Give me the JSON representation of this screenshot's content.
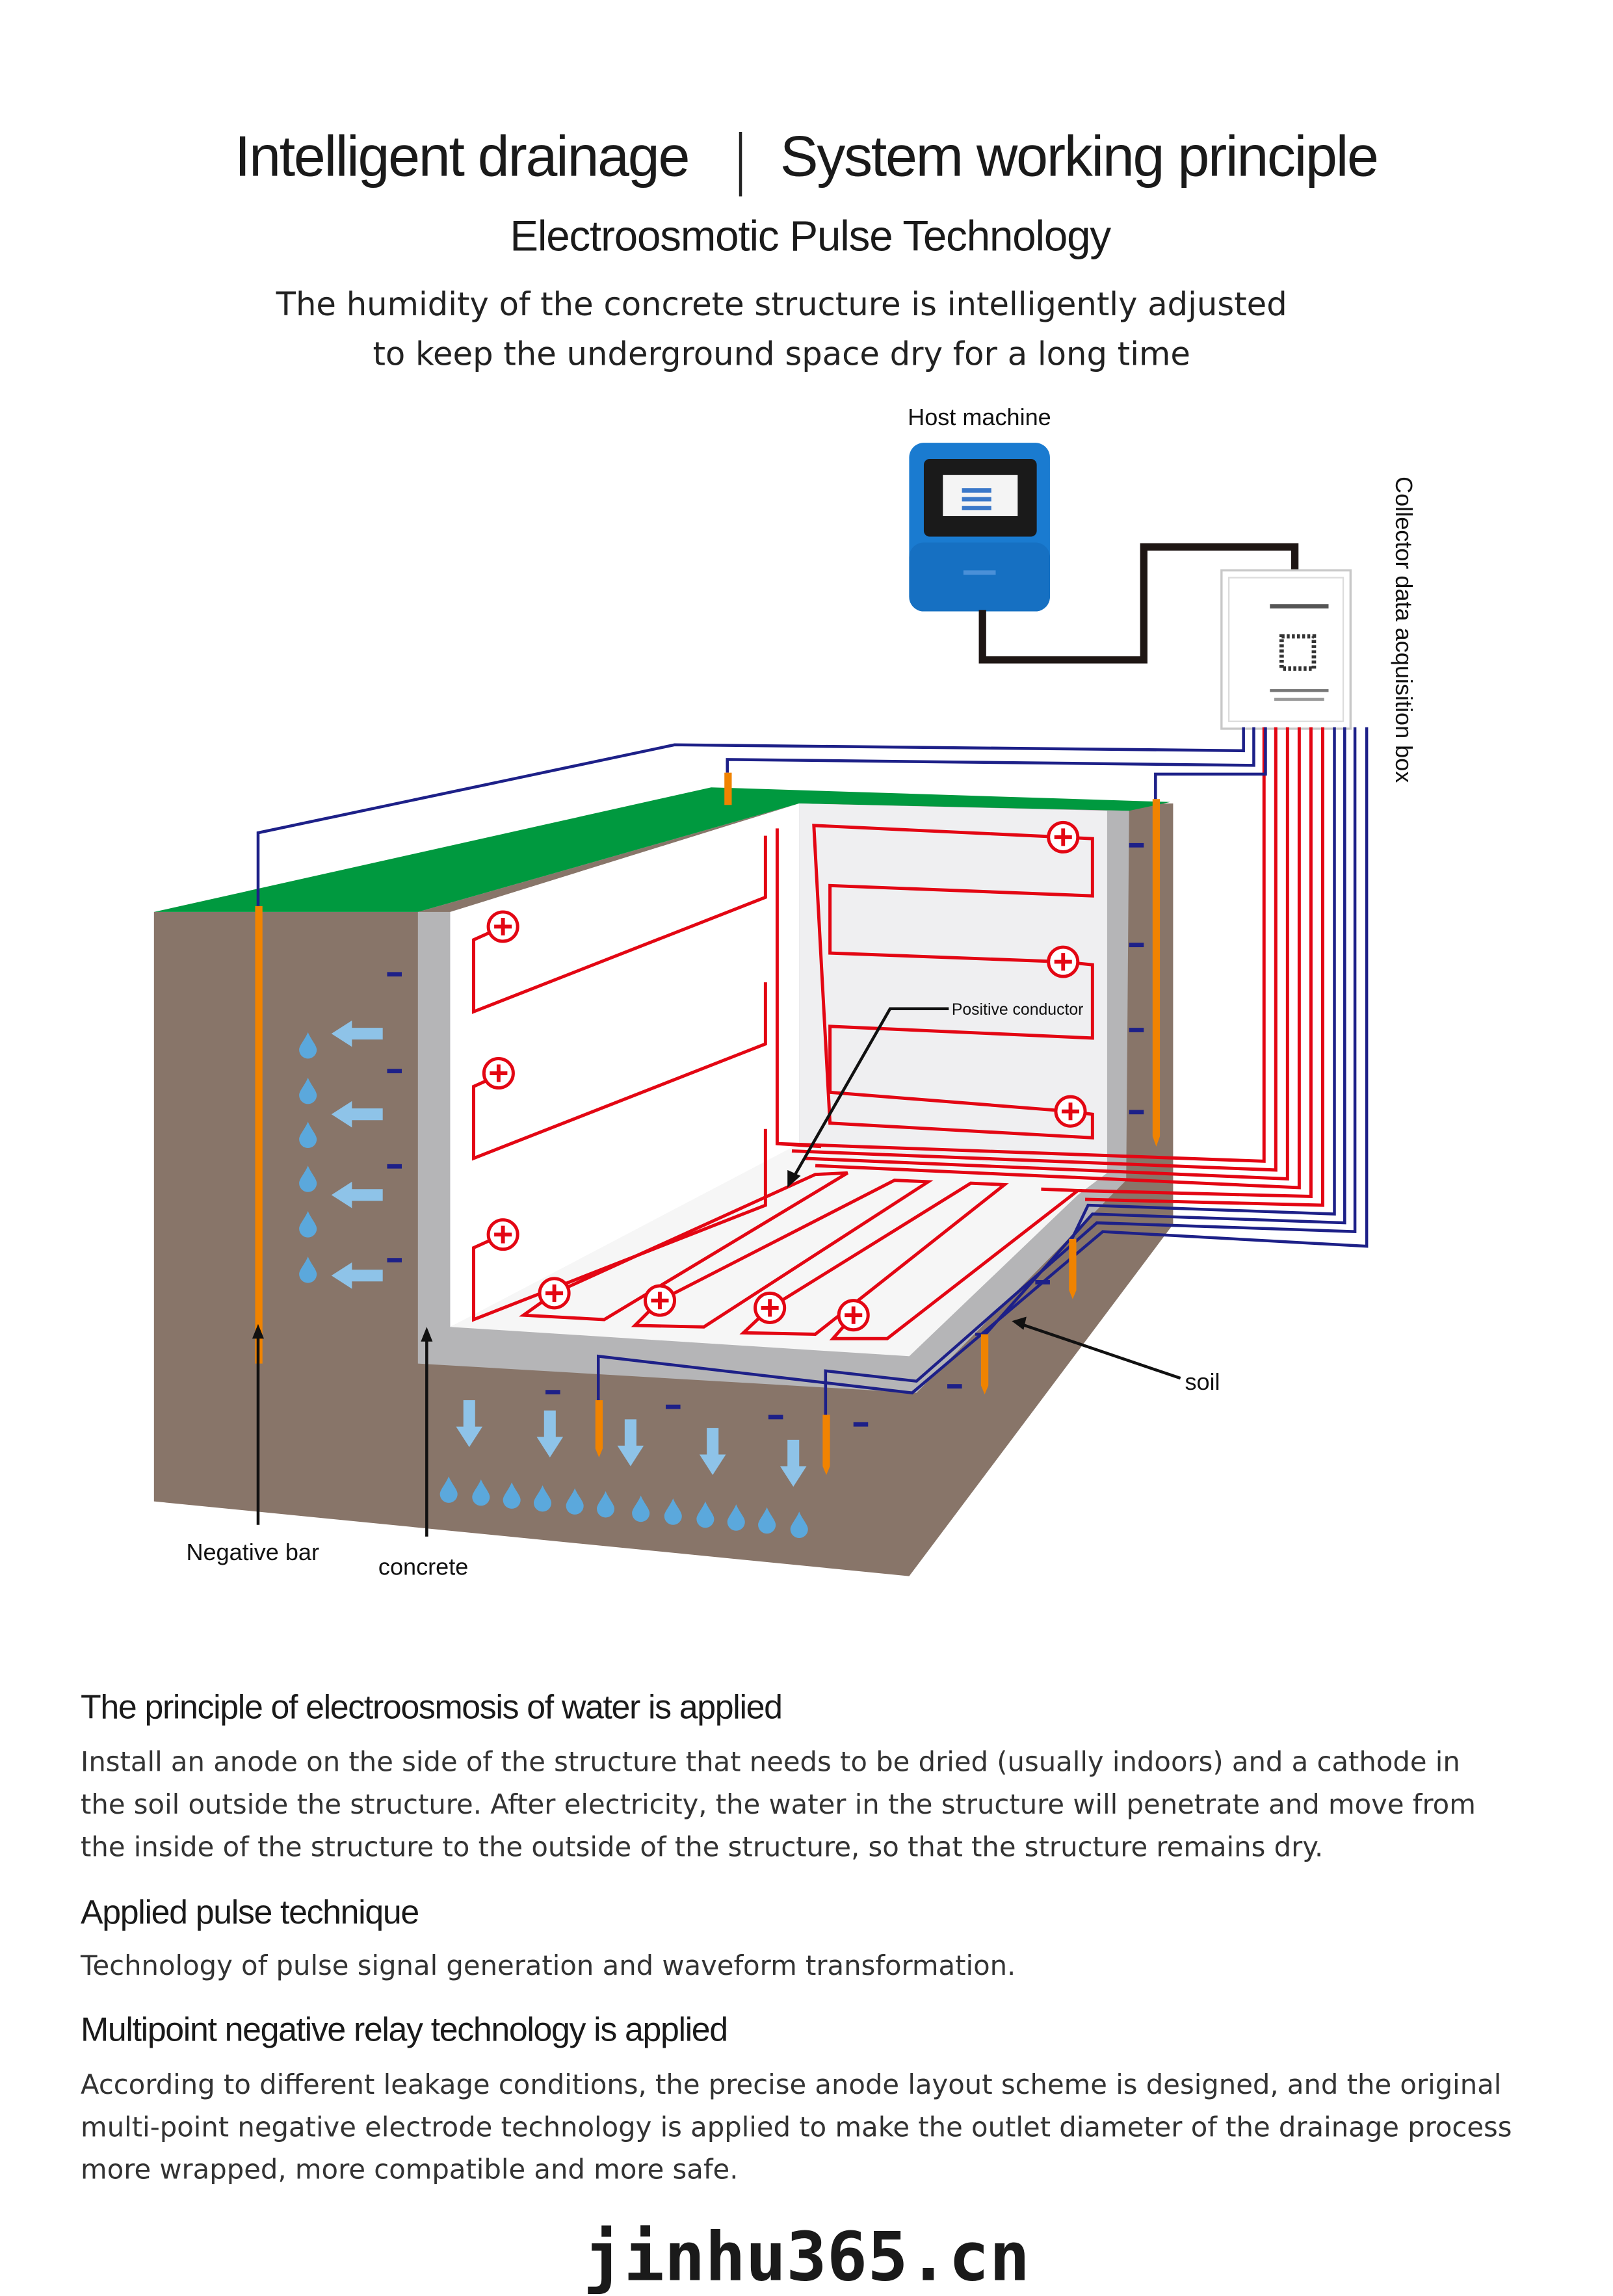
{
  "header": {
    "title_left": "Intelligent drainage",
    "title_right": "System working principle",
    "subtitle": "Electroosmotic Pulse Technology",
    "description_lines": [
      "The humidity of the concrete structure is intelligently adjusted",
      "to keep the underground space dry for a long time"
    ]
  },
  "diagram": {
    "host_machine_label": "Host machine",
    "collector_label": "Collector data acquisition box",
    "positive_conductor_label": "Positive conductor",
    "soil_label": "soil",
    "negative_bar_label": "Negative bar",
    "concrete_label": "concrete",
    "colors": {
      "soil": "#887569",
      "grass": "#00993f",
      "concrete": "#b5b5b7",
      "anode_wire": "#e30613",
      "cathode_wire": "#1d2088",
      "negative_bar": "#f08300",
      "water": "#8ec3e8",
      "host_machine": "#1a7bd0"
    }
  },
  "sections": [
    {
      "heading": "The principle of electroosmosis of water is applied",
      "lines": [
        "Install an anode on the side of the structure that needs to be dried (usually indoors) and a cathode in",
        "the soil outside the structure. After electricity, the water in the structure will penetrate and move from",
        "the inside of the structure to the outside of the structure, so that the structure remains dry."
      ]
    },
    {
      "heading": "Applied pulse technique",
      "lines": [
        "Technology of pulse signal generation and waveform transformation."
      ]
    },
    {
      "heading": "Multipoint negative relay technology is applied",
      "lines": [
        "According to different leakage conditions, the precise anode layout scheme is designed, and the original",
        "multi-point negative electrode technology is applied to make the outlet diameter of the drainage process",
        "more wrapped, more compatible and more safe."
      ]
    }
  ],
  "watermark": "jinhu365.cn"
}
